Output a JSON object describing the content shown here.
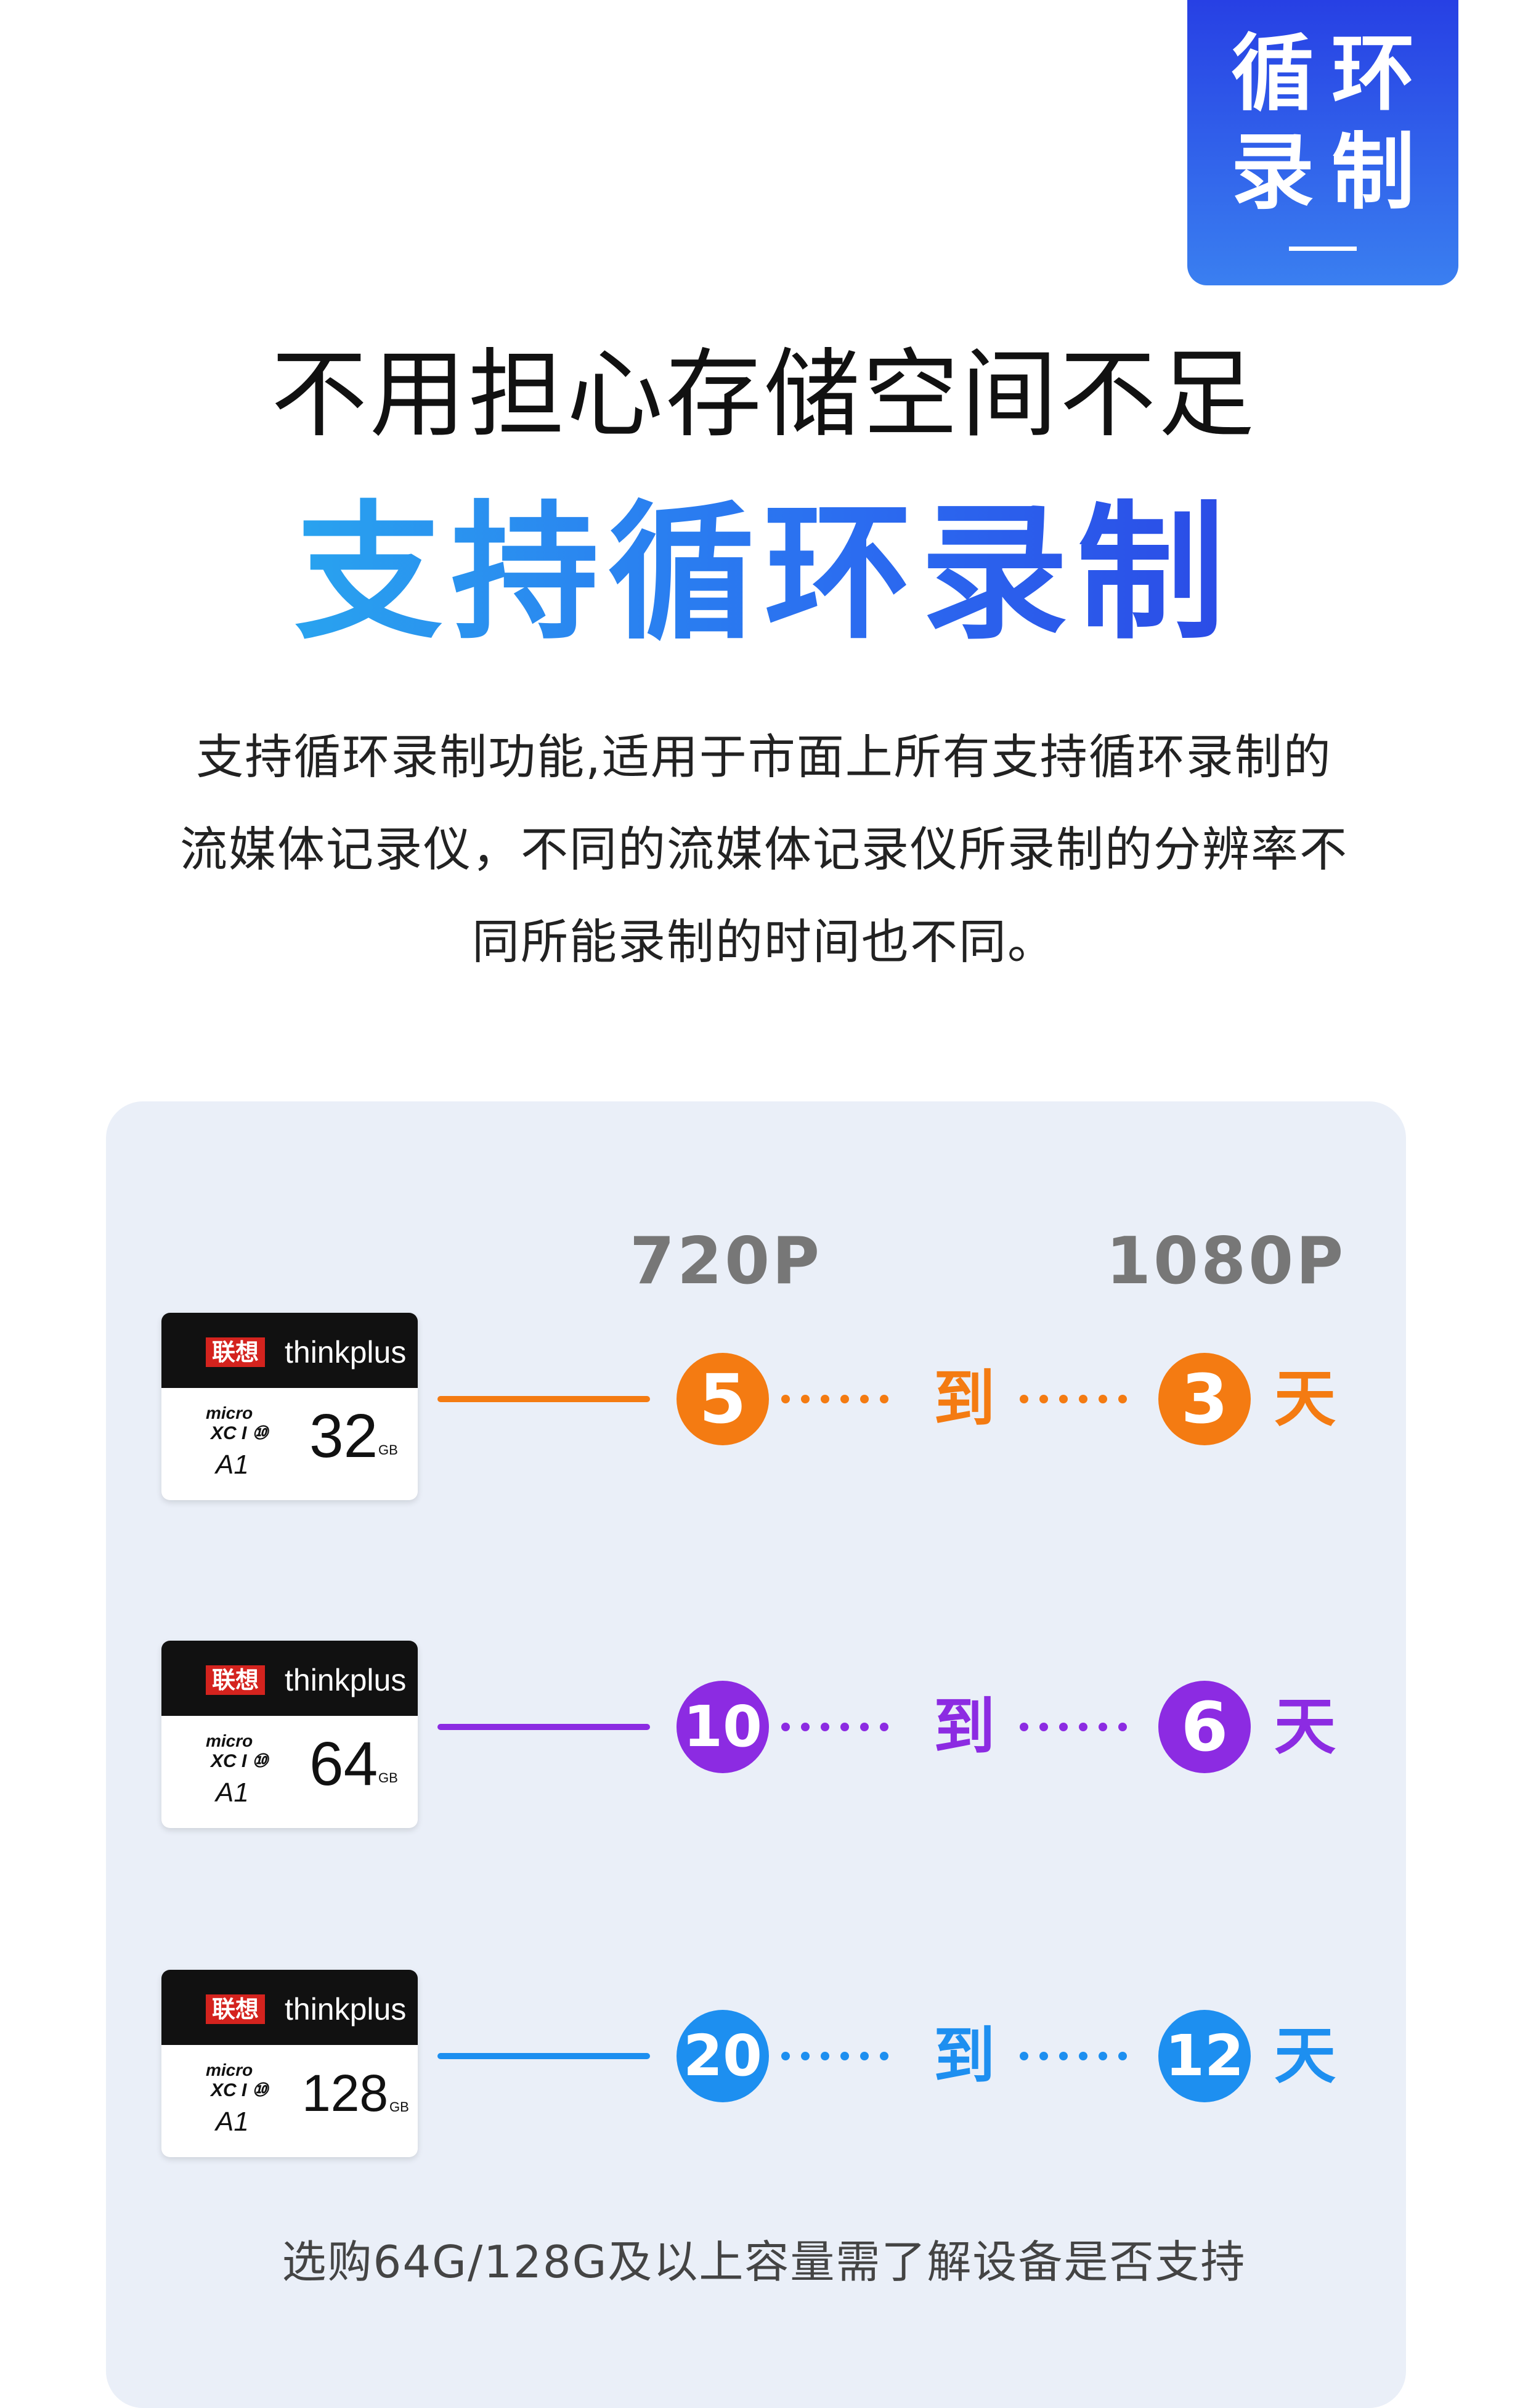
{
  "tag": {
    "line1": "循环",
    "line2": "录制"
  },
  "subtitle": "不用担心存储空间不足",
  "headline": "支持循环录制",
  "paragraph": {
    "line1": "支持循环录制功能,适用于市面上所有支持循环录制的",
    "line2": "流媒体记录仪，不同的流媒体记录仪所录制的分辨率不",
    "line3": "同所能录制的时间也不同。"
  },
  "table": {
    "col_720": "720P",
    "col_1080": "1080P",
    "to_label": "到",
    "unit_label": "天",
    "rows": [
      {
        "brand": "联想",
        "logo": "thinkplus",
        "micro": "micro",
        "xc": "XC I ⑩",
        "a1": "A1",
        "capacity": "32",
        "gb": "GB",
        "v720": "5",
        "v1080": "3",
        "color": "#f47b12"
      },
      {
        "brand": "联想",
        "logo": "thinkplus",
        "micro": "micro",
        "xc": "XC I ⑩",
        "a1": "A1",
        "capacity": "64",
        "gb": "GB",
        "v720": "10",
        "v1080": "6",
        "color": "#8c2be2"
      },
      {
        "brand": "联想",
        "logo": "thinkplus",
        "micro": "micro",
        "xc": "XC I ⑩",
        "a1": "A1",
        "capacity": "128",
        "gb": "GB",
        "v720": "20",
        "v1080": "12",
        "color": "#1d8ff0"
      }
    ]
  },
  "note": "选购64G/128G及以上容量需了解设备是否支持"
}
